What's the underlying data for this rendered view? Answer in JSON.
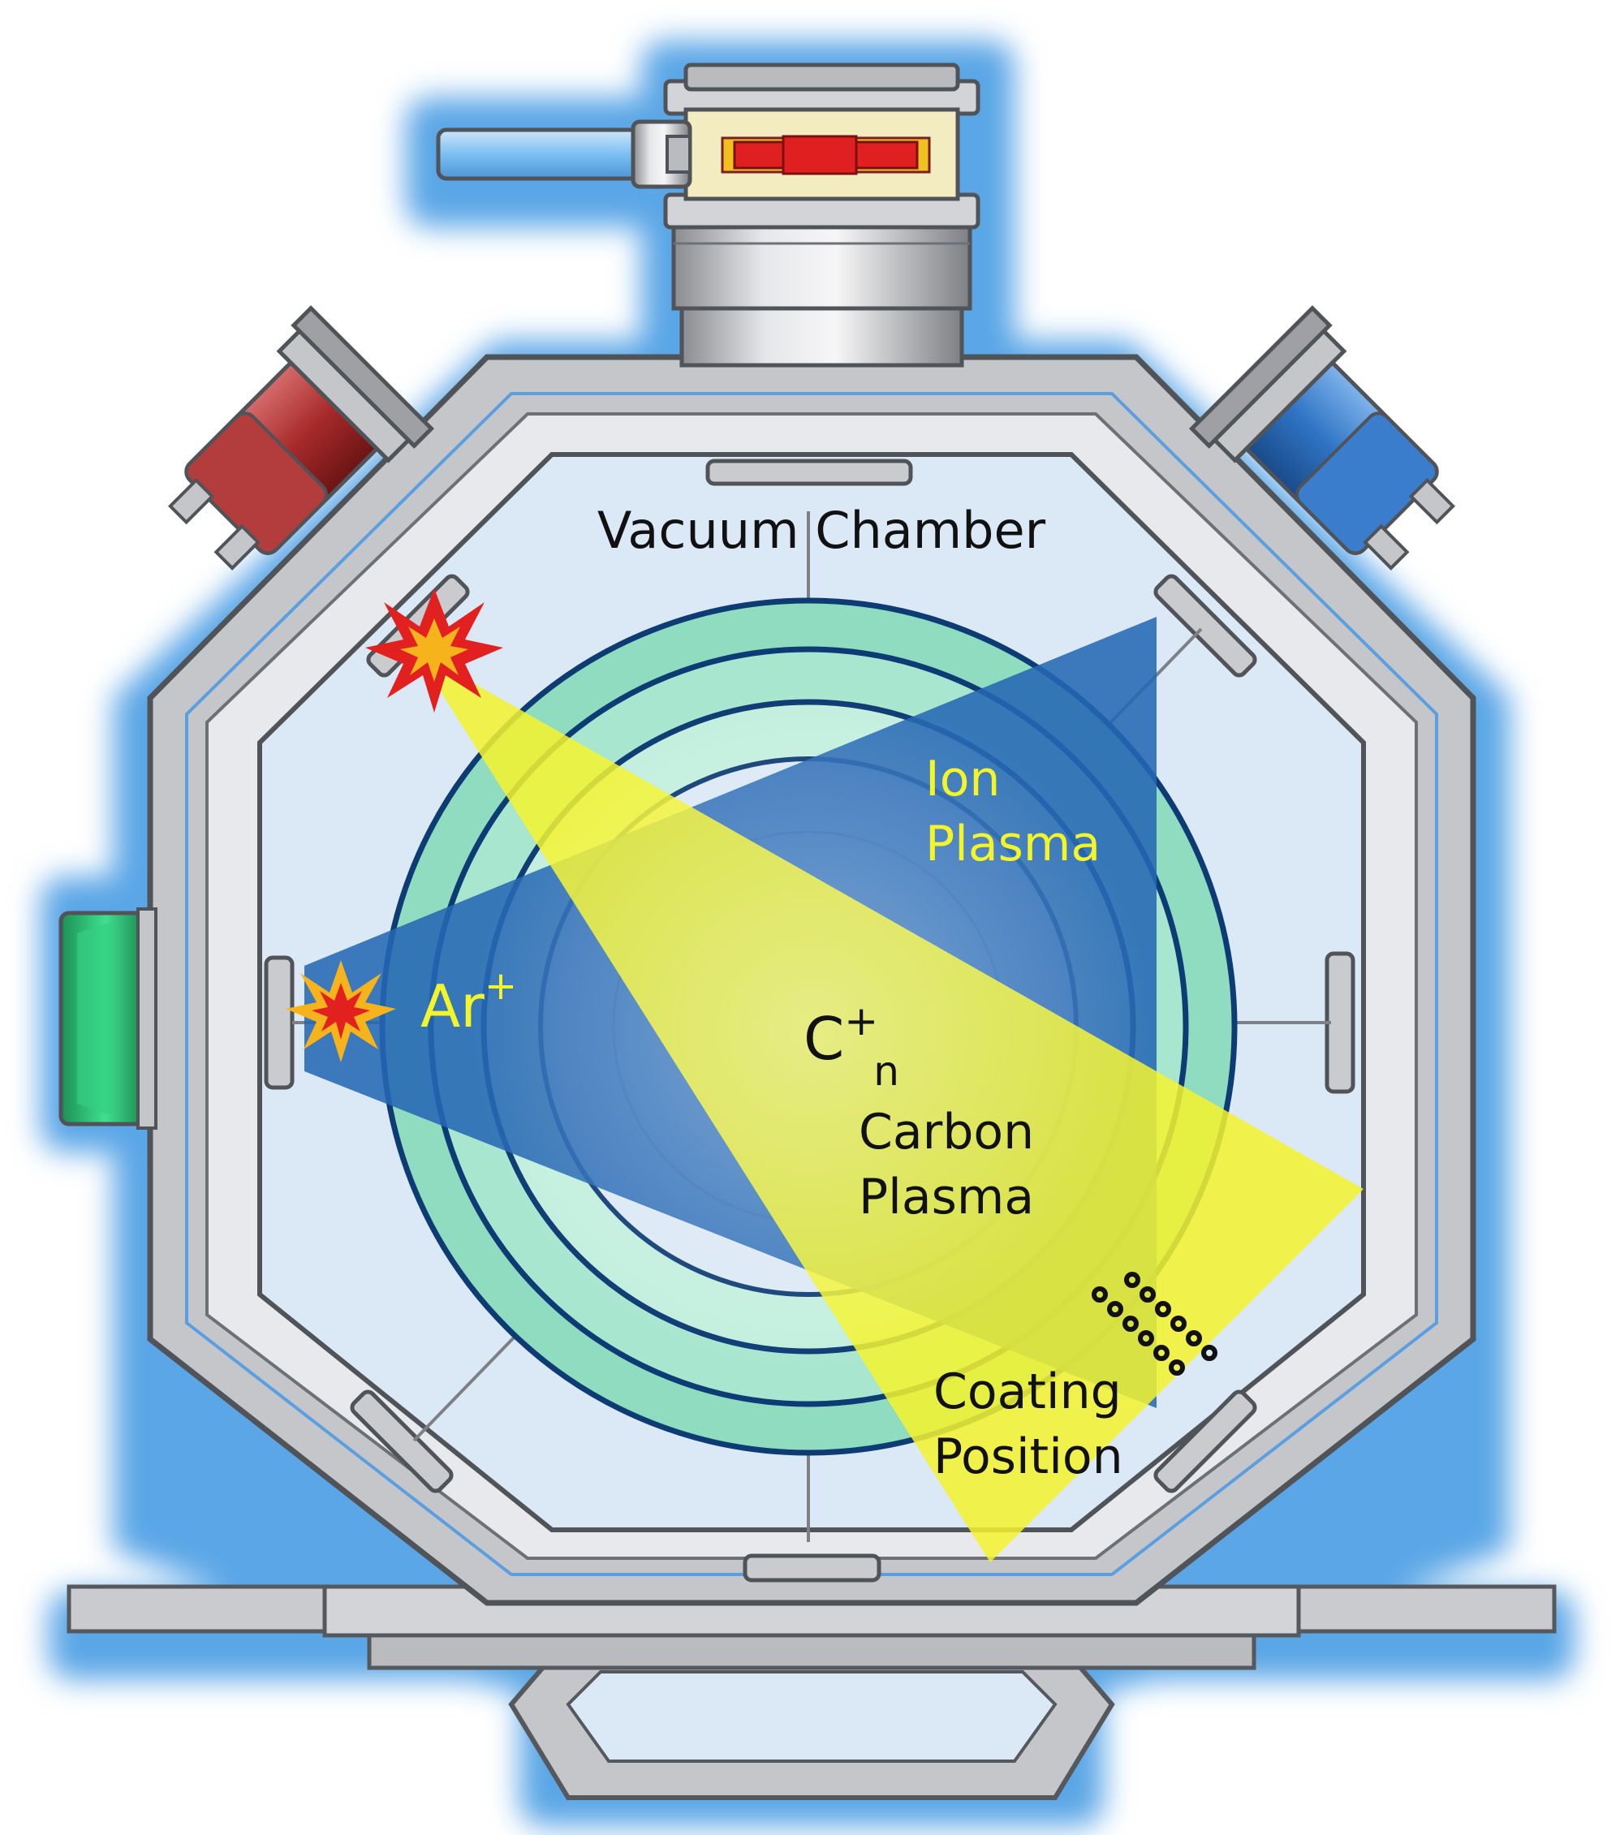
{
  "labels": {
    "vacuum_chamber": "Vacuum Chamber",
    "ion_plasma_line1": "Ion",
    "ion_plasma_line2": "Plasma",
    "argon_ion": "Ar",
    "argon_charge": "+",
    "carbon_ion_base": "C",
    "carbon_charge": "+",
    "carbon_subscript": "n",
    "carbon_plasma_line1": "Carbon",
    "carbon_plasma_line2": "Plasma",
    "coating_position_line1": "Coating",
    "coating_position_line2": "Position"
  },
  "colors": {
    "halo": "#5aa6e6",
    "chamber_frame": "#c4c6ca",
    "chamber_interior": "#dbe8f5",
    "turntable_ring": "#8fdcc0",
    "turntable_line": "#0d3b73",
    "ion_beam": "#2568b4",
    "carbon_beam": "#f3f32e",
    "label_yellow": "#f4f42a",
    "label_dark": "#111111",
    "red_source": "#a82a2a",
    "blue_source": "#2f74c4",
    "green_port": "#2ec27a",
    "valve_indicator": "#e02020"
  }
}
